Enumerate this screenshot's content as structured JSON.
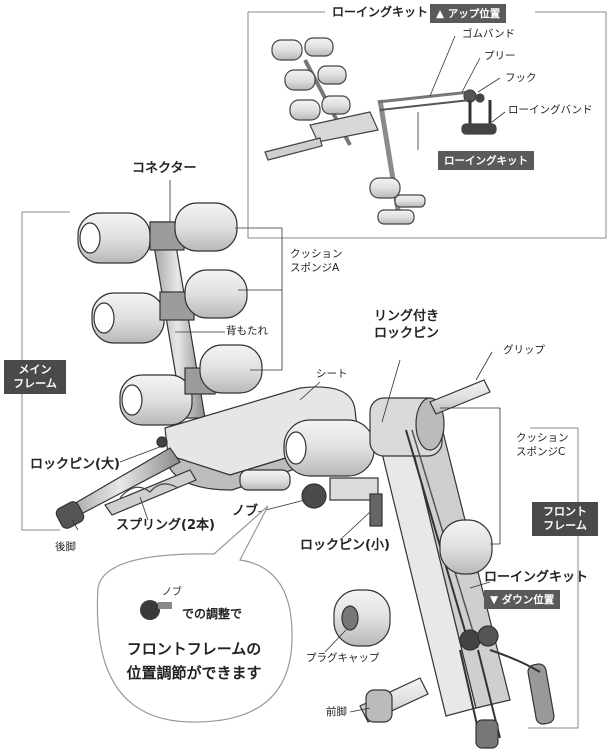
{
  "inset": {
    "title": "ローイングキット",
    "position_tag": "▲ アップ位置",
    "labels": {
      "gom_band": "ゴムバンド",
      "pulley": "プリー",
      "hook": "フック",
      "rowing_band": "ローイングバンド",
      "rowing_kit_tag": "ローイングキット"
    }
  },
  "labels": {
    "connector": "コネクター",
    "cushion_a_line1": "クッション",
    "cushion_a_line2": "スポンジA",
    "backrest": "背もたれ",
    "seat": "シート",
    "ring_pin_line1": "リング付き",
    "ring_pin_line2": "ロックピン",
    "grip": "グリップ",
    "cushion_c_line1": "クッション",
    "cushion_c_line2": "スポンジC",
    "lockpin_large": "ロックピン(大)",
    "spring": "スプリング(2本)",
    "rear_leg": "後脚",
    "knob": "ノブ",
    "lockpin_small": "ロックピン(小)",
    "rowing_kit": "ローイングキット",
    "down_position": "▼ ダウン位置",
    "plug_cap": "プラグキャップ",
    "front_leg": "前脚"
  },
  "tags": {
    "main_frame_line1": "メイン",
    "main_frame_line2": "フレーム",
    "front_frame_line1": "フロント",
    "front_frame_line2": "フレーム"
  },
  "bubble": {
    "knob_label": "ノブ",
    "adjust_text": "での調整で",
    "line1": "フロントフレームの",
    "line2": "位置調節ができます"
  }
}
